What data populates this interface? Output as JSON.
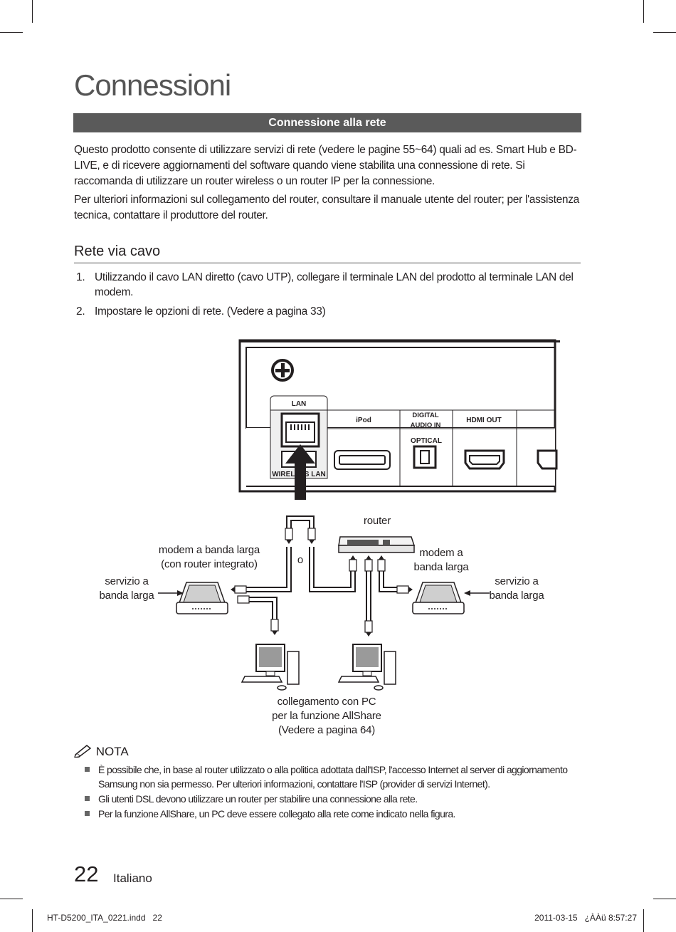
{
  "page": {
    "chapter_title": "Connessioni",
    "section_title": "Connessione alla rete",
    "intro_paragraphs": [
      "Questo prodotto consente di utilizzare servizi di rete (vedere le pagine 55~64) quali ad es. Smart Hub e BD-LIVE, e di ricevere aggiornamenti del software quando viene stabilita una connessione di rete. Si raccomanda di utilizzare un router wireless o un router IP per la connessione.",
      "Per ulteriori informazioni sul collegamento del router, consultare il manuale utente del router; per l'assistenza tecnica, contattare il produttore del router."
    ],
    "subsection_title": "Rete via cavo",
    "steps": [
      {
        "num": "1.",
        "text": "Utilizzando il cavo LAN diretto (cavo UTP), collegare il terminale LAN del prodotto al terminale LAN del modem."
      },
      {
        "num": "2.",
        "text": "Impostare le opzioni di rete. (Vedere a pagina 33)"
      }
    ]
  },
  "diagram": {
    "panel_labels": {
      "lan": "LAN",
      "ipod": "iPod",
      "digital_audio_in_1": "DIGITAL",
      "digital_audio_in_2": "AUDIO IN",
      "optical": "OPTICAL",
      "hdmi_out": "HDMI OUT",
      "wireless_lan": "WIRELESS LAN"
    },
    "labels": {
      "router": "router",
      "modem_integrated_1": "modem a banda larga",
      "modem_integrated_2": "(con router integrato)",
      "or": "o",
      "modem_right_1": "modem a",
      "modem_right_2": "banda larga",
      "service_left_1": "servizio a",
      "service_left_2": "banda larga",
      "service_right_1": "servizio a",
      "service_right_2": "banda larga",
      "pc_caption_1": "collegamento con PC",
      "pc_caption_2": "per la funzione AllShare",
      "pc_caption_3": "(Vedere a pagina 64)"
    }
  },
  "notes": {
    "heading": "NOTA",
    "items": [
      "È possibile che, in base al router utilizzato o alla politica adottata dall'ISP, l'accesso Internet al server di aggiornamento Samsung non sia permesso. Per ulteriori informazioni, contattare l'ISP (provider di servizi Internet).",
      "Gli utenti DSL devono utilizzare un router per stabilire una connessione alla rete.",
      "Per la funzione AllShare, un PC deve essere collegato alla rete come indicato nella figura."
    ]
  },
  "footer": {
    "page_number": "22",
    "language": "Italiano",
    "file_name": "HT-D5200_ITA_0221.indd   22",
    "timestamp": "2011-03-15   ¿ÀÀü 8:57:27"
  }
}
